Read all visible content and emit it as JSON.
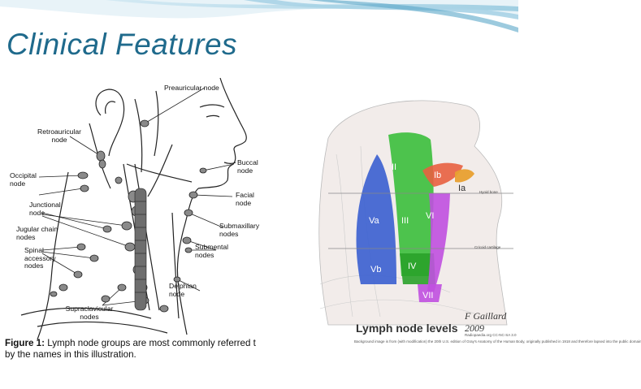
{
  "slide": {
    "title": "Clinical Features"
  },
  "left_figure": {
    "labels": {
      "preauricular": "Preauricular node",
      "retroauricular": "Retroauricular node",
      "occipital": "Occipital node",
      "junctional": "Junctional node",
      "jugular": "Jugular chain nodes",
      "spinal": "Spinal accessory nodes",
      "supraclavicular": "Supraclavicular nodes",
      "buccal": "Buccal node",
      "facial": "Facial node",
      "submaxillary": "Submaxillary nodes",
      "submental": "Submental nodes",
      "delphian": "Delphian node"
    },
    "caption_bold": "Figure 1:",
    "caption_line1": " Lymph node groups are most commonly referred t",
    "caption_line2": "by the names in this illustration."
  },
  "right_figure": {
    "levels": {
      "ia": "Ia",
      "ib": "Ib",
      "ii": "II",
      "iii": "III",
      "iv": "IV",
      "va": "Va",
      "vb": "Vb",
      "vi": "VI",
      "vii": "VII"
    },
    "hyoid": "Hyoid bone",
    "cricoid": "Cricoid cartilage",
    "title": "Lymph node levels",
    "signature": "F Gaillard 2009",
    "credit1": "Radiopaedia.org CC-NC-SA 3.0",
    "credit2": "Background image is from (with modification) the 20th U.S. edition of Gray's Anatomy of the Human Body, originally published in 1918 and therefore lapsed into the public domain",
    "colors": {
      "level_ii_iii_iv": "#3fbf3f",
      "level_v": "#3a5fd0",
      "level_vi": "#c050e0",
      "level_ib": "#e86040",
      "level_ia": "#e8a030"
    }
  }
}
